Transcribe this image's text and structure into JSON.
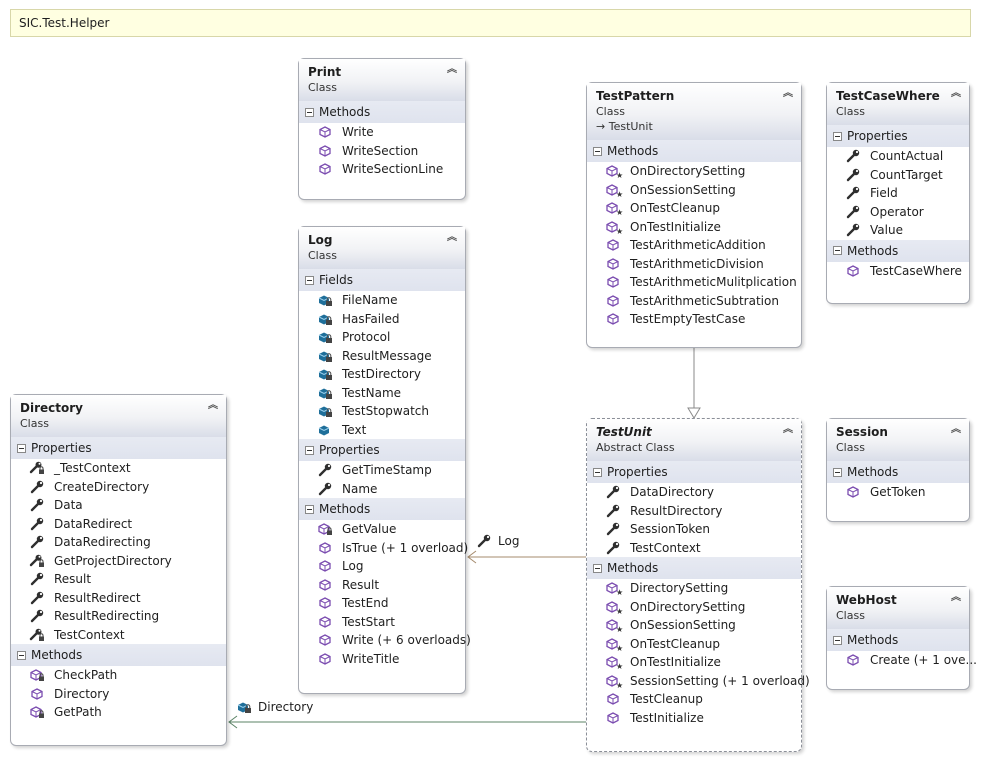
{
  "namespace": "SIC.Test.Helper",
  "classes": {
    "print": {
      "name": "Print",
      "kind": "Class",
      "sections": [
        {
          "label": "Methods",
          "members": [
            {
              "name": "Write",
              "icon": "method-icon"
            },
            {
              "name": "WriteSection",
              "icon": "method-icon"
            },
            {
              "name": "WriteSectionLine",
              "icon": "method-icon"
            }
          ]
        }
      ]
    },
    "log": {
      "name": "Log",
      "kind": "Class",
      "sections": [
        {
          "label": "Fields",
          "members": [
            {
              "name": "FileName",
              "icon": "field-private-icon"
            },
            {
              "name": "HasFailed",
              "icon": "field-private-icon"
            },
            {
              "name": "Protocol",
              "icon": "field-private-icon"
            },
            {
              "name": "ResultMessage",
              "icon": "field-private-icon"
            },
            {
              "name": "TestDirectory",
              "icon": "field-private-icon"
            },
            {
              "name": "TestName",
              "icon": "field-private-icon"
            },
            {
              "name": "TestStopwatch",
              "icon": "field-private-icon"
            },
            {
              "name": "Text",
              "icon": "field-icon"
            }
          ]
        },
        {
          "label": "Properties",
          "members": [
            {
              "name": "GetTimeStamp",
              "icon": "property-icon"
            },
            {
              "name": "Name",
              "icon": "property-icon"
            }
          ]
        },
        {
          "label": "Methods",
          "members": [
            {
              "name": "GetValue",
              "icon": "method-private-icon"
            },
            {
              "name": "IsTrue (+ 1 overload)",
              "icon": "method-icon"
            },
            {
              "name": "Log",
              "icon": "method-icon"
            },
            {
              "name": "Result",
              "icon": "method-icon"
            },
            {
              "name": "TestEnd",
              "icon": "method-icon"
            },
            {
              "name": "TestStart",
              "icon": "method-icon"
            },
            {
              "name": "Write (+ 6 overloads)",
              "icon": "method-icon"
            },
            {
              "name": "WriteTitle",
              "icon": "method-icon"
            }
          ]
        }
      ]
    },
    "directory": {
      "name": "Directory",
      "kind": "Class",
      "sections": [
        {
          "label": "Properties",
          "members": [
            {
              "name": "_TestContext",
              "icon": "property-private-icon"
            },
            {
              "name": "CreateDirectory",
              "icon": "property-icon"
            },
            {
              "name": "Data",
              "icon": "property-icon"
            },
            {
              "name": "DataRedirect",
              "icon": "property-icon"
            },
            {
              "name": "DataRedirecting",
              "icon": "property-icon"
            },
            {
              "name": "GetProjectDirectory",
              "icon": "property-private-icon"
            },
            {
              "name": "Result",
              "icon": "property-icon"
            },
            {
              "name": "ResultRedirect",
              "icon": "property-icon"
            },
            {
              "name": "ResultRedirecting",
              "icon": "property-icon"
            },
            {
              "name": "TestContext",
              "icon": "property-private-icon"
            }
          ]
        },
        {
          "label": "Methods",
          "members": [
            {
              "name": "CheckPath",
              "icon": "method-private-icon"
            },
            {
              "name": "Directory",
              "icon": "method-icon"
            },
            {
              "name": "GetPath",
              "icon": "method-private-icon"
            }
          ]
        }
      ]
    },
    "testpattern": {
      "name": "TestPattern",
      "kind": "Class",
      "base": "TestUnit",
      "sections": [
        {
          "label": "Methods",
          "members": [
            {
              "name": "OnDirectorySetting",
              "icon": "method-override-icon"
            },
            {
              "name": "OnSessionSetting",
              "icon": "method-override-icon"
            },
            {
              "name": "OnTestCleanup",
              "icon": "method-override-icon"
            },
            {
              "name": "OnTestInitialize",
              "icon": "method-override-icon"
            },
            {
              "name": "TestArithmeticAddition",
              "icon": "method-icon"
            },
            {
              "name": "TestArithmeticDivision",
              "icon": "method-icon"
            },
            {
              "name": "TestArithmeticMulitplication",
              "icon": "method-icon"
            },
            {
              "name": "TestArithmeticSubtration",
              "icon": "method-icon"
            },
            {
              "name": "TestEmptyTestCase",
              "icon": "method-icon"
            }
          ]
        }
      ]
    },
    "testcasewhere": {
      "name": "TestCaseWhere",
      "kind": "Class",
      "sections": [
        {
          "label": "Properties",
          "members": [
            {
              "name": "CountActual",
              "icon": "property-icon"
            },
            {
              "name": "CountTarget",
              "icon": "property-icon"
            },
            {
              "name": "Field",
              "icon": "property-icon"
            },
            {
              "name": "Operator",
              "icon": "property-icon"
            },
            {
              "name": "Value",
              "icon": "property-icon"
            }
          ]
        },
        {
          "label": "Methods",
          "members": [
            {
              "name": "TestCaseWhere",
              "icon": "method-icon"
            }
          ]
        }
      ]
    },
    "testunit": {
      "name": "TestUnit",
      "kind": "Abstract Class",
      "sections": [
        {
          "label": "Properties",
          "members": [
            {
              "name": "DataDirectory",
              "icon": "property-icon"
            },
            {
              "name": "ResultDirectory",
              "icon": "property-icon"
            },
            {
              "name": "SessionToken",
              "icon": "property-icon"
            },
            {
              "name": "TestContext",
              "icon": "property-icon"
            }
          ]
        },
        {
          "label": "Methods",
          "members": [
            {
              "name": "DirectorySetting",
              "icon": "method-override-icon"
            },
            {
              "name": "OnDirectorySetting",
              "icon": "method-override-icon"
            },
            {
              "name": "OnSessionSetting",
              "icon": "method-override-icon"
            },
            {
              "name": "OnTestCleanup",
              "icon": "method-override-icon"
            },
            {
              "name": "OnTestInitialize",
              "icon": "method-override-icon"
            },
            {
              "name": "SessionSetting (+ 1 overload)",
              "icon": "method-override-icon"
            },
            {
              "name": "TestCleanup",
              "icon": "method-icon"
            },
            {
              "name": "TestInitialize",
              "icon": "method-icon"
            }
          ]
        }
      ]
    },
    "session": {
      "name": "Session",
      "kind": "Class",
      "sections": [
        {
          "label": "Methods",
          "members": [
            {
              "name": "GetToken",
              "icon": "method-icon"
            }
          ]
        }
      ]
    },
    "webhost": {
      "name": "WebHost",
      "kind": "Class",
      "sections": [
        {
          "label": "Methods",
          "members": [
            {
              "name": "Create (+ 1 ove...",
              "icon": "method-icon"
            }
          ]
        }
      ]
    }
  },
  "associations": {
    "log": "Log",
    "directory": "Directory"
  },
  "colors": {
    "method": "#7b4db0",
    "property": "#2f2f2f",
    "field": "#1f6f9a",
    "association_log": "#a58b6d",
    "association_directory": "#5b8366",
    "inheritance": "#8a8a8a"
  }
}
